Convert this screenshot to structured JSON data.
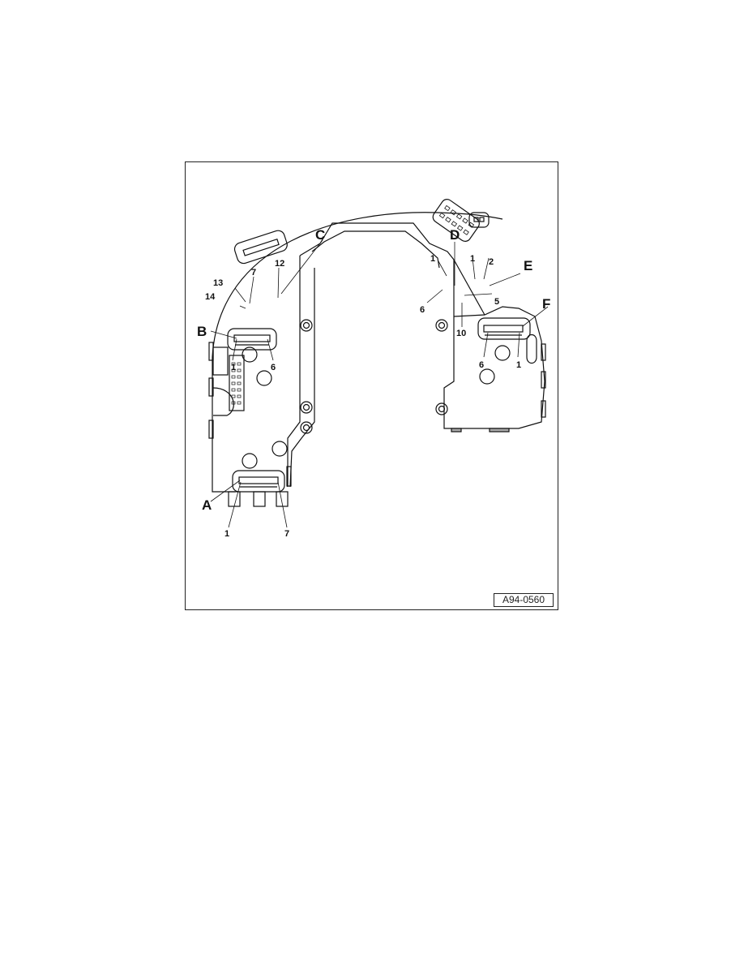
{
  "figure": {
    "reference_code": "A94-0560",
    "subject": "Instrument cluster circuit board rear view with connectors"
  },
  "connectors": [
    {
      "id": "A",
      "label": "A",
      "pins": {
        "first": "1",
        "last": "7"
      }
    },
    {
      "id": "B",
      "label": "B",
      "pins": {
        "first": "1",
        "last": "6"
      }
    },
    {
      "id": "C",
      "label": "C",
      "pins": {
        "p7": "7",
        "p12": "12",
        "p13": "13",
        "p14": "14"
      }
    },
    {
      "id": "D",
      "label": "D",
      "pins": {
        "p1": "1",
        "p5": "5",
        "p6": "6",
        "p10": "10"
      }
    },
    {
      "id": "E",
      "label": "E",
      "pins": {
        "p1": "1",
        "p2": "2"
      }
    },
    {
      "id": "F",
      "label": "F",
      "pins": {
        "first": "1",
        "last": "6"
      }
    }
  ]
}
